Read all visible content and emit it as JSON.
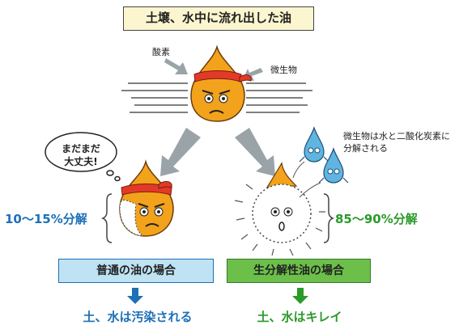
{
  "title": "土壌、水中に流れ出した油",
  "labels": {
    "oxygen": "酸素",
    "microbe": "微生物",
    "microbe_note_line1": "微生物は水と二酸化炭素に",
    "microbe_note_line2": "分解される",
    "speech_line1": "まだまだ",
    "speech_line2": "大丈夫!"
  },
  "percentages": {
    "normal": "10～15%分解",
    "bio": "85～90%分解"
  },
  "cases": {
    "normal": "普通の油の場合",
    "bio": "生分解性油の場合"
  },
  "results": {
    "normal": "土、水は汚染される",
    "bio": "土、水はキレイ"
  },
  "colors": {
    "oil_orange": "#f3a21c",
    "headband_red": "#e23a28",
    "arrow_gray": "#9aa3a8",
    "blue": "#1d6fb8",
    "green": "#2a9a2a",
    "microbe_blue": "#5fb5e0"
  }
}
